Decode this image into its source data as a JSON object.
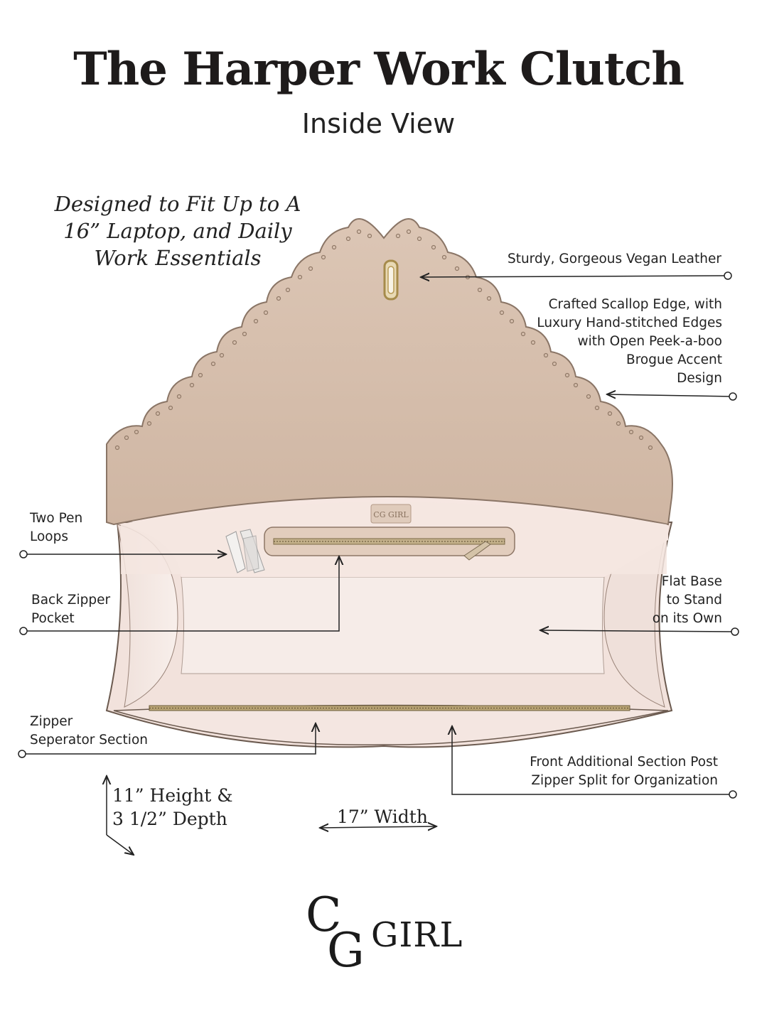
{
  "header": {
    "title": "The Harper Work Clutch",
    "subtitle": "Inside View"
  },
  "tagline": "Designed to Fit Up to A 16” Laptop, and Daily Work Essentials",
  "callouts": {
    "vegan_leather": "Sturdy, Gorgeous Vegan Leather",
    "scallop_edge": "Crafted Scallop Edge, with\nLuxury Hand-stitched Edges\nwith Open Peek-a-boo\nBrogue Accent\nDesign",
    "pen_loops": "Two Pen\nLoops",
    "back_zipper": "Back Zipper\nPocket",
    "flat_base": "Flat Base\nto Stand\non its Own",
    "zipper_separator": "Zipper\nSeperator Section",
    "front_section": "Front Additional Section Post\nZipper Split for Organization"
  },
  "dimensions": {
    "height_depth": "11” Height &\n3 1/2” Depth",
    "width": "17” Width"
  },
  "logo": {
    "monogram": "CG",
    "wordmark": "GIRL"
  },
  "colors": {
    "flap": "#d9c2b0",
    "lining": "#f3e4de",
    "base": "#f7efec",
    "outline": "#6b5a4f",
    "text": "#222222"
  }
}
